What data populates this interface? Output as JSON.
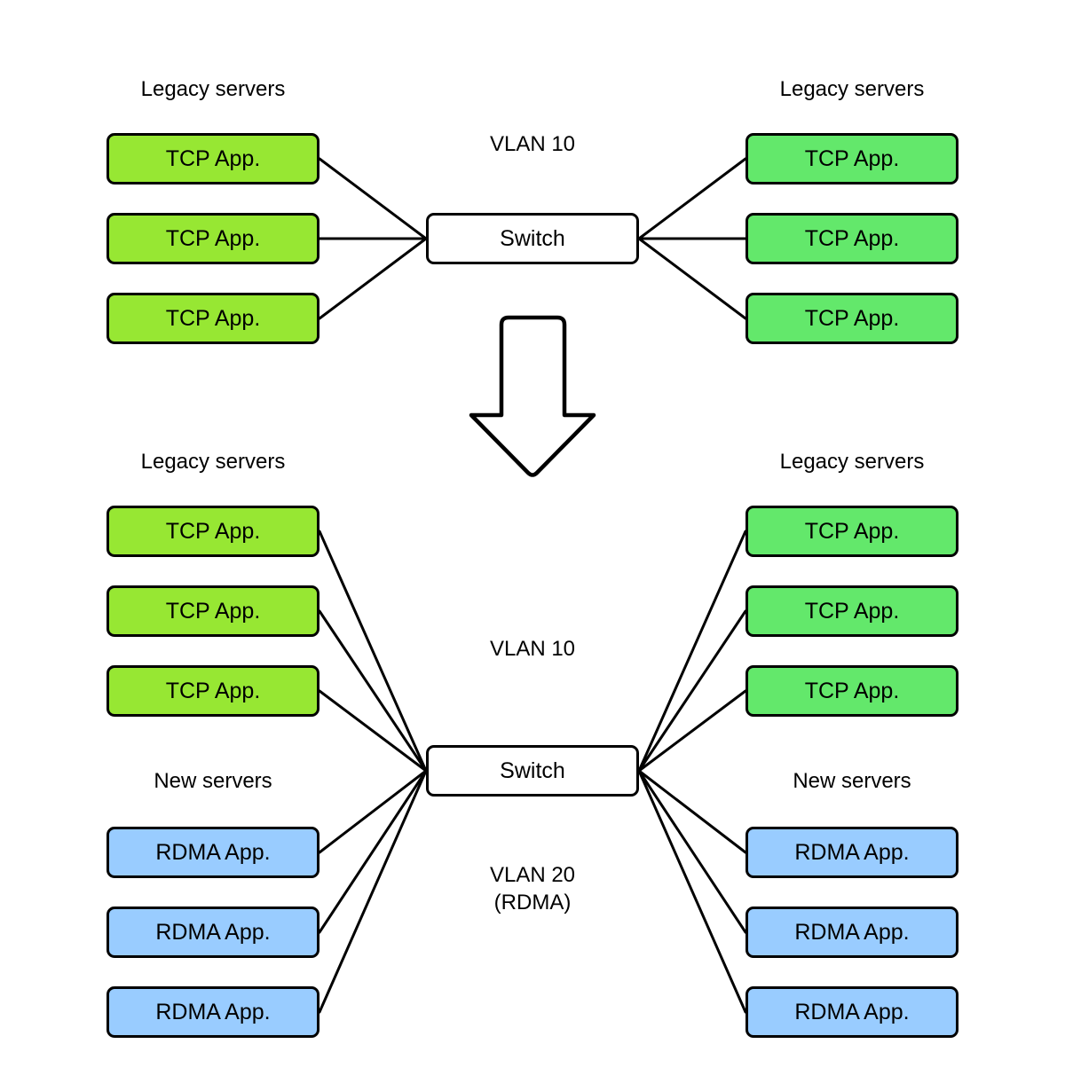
{
  "colors": {
    "background": "#FFFFFF",
    "tcp_left_fill": "#97E733",
    "tcp_right_fill": "#63E86B",
    "rdma_fill": "#99CCFF",
    "switch_fill": "#FFFFFF",
    "node_stroke": "#000000",
    "connector_stroke": "#000000"
  },
  "labels": {
    "legacy_servers": "Legacy servers",
    "new_servers": "New servers",
    "tcp_app": "TCP App.",
    "rdma_app": "RDMA App.",
    "switch": "Switch",
    "vlan_10": "VLAN 10",
    "vlan_20": "VLAN 20",
    "vlan_20_sub": "(RDMA)"
  }
}
